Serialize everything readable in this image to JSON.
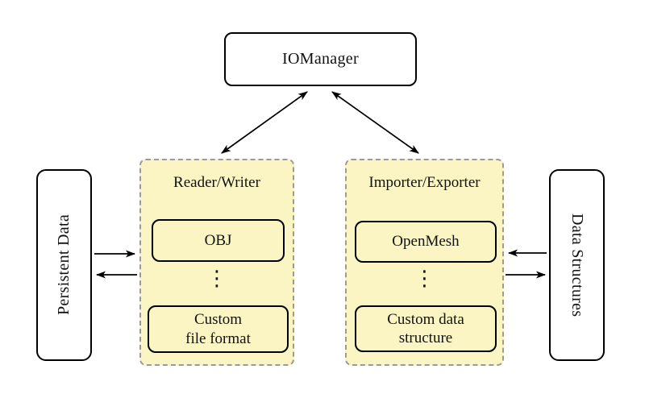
{
  "diagram": {
    "type": "architecture-diagram",
    "nodes": {
      "iomanager": {
        "label": "IOManager"
      },
      "persistent_data": {
        "label": "Persistent Data"
      },
      "data_structures": {
        "label": "Data Structures"
      }
    },
    "groups": {
      "reader_writer": {
        "title": "Reader/Writer",
        "ellipsis": "⋮",
        "items": [
          {
            "label": "OBJ"
          },
          {
            "label": "Custom\nfile format"
          }
        ]
      },
      "importer_exporter": {
        "title": "Importer/Exporter",
        "ellipsis": "⋮",
        "items": [
          {
            "label": "OpenMesh"
          },
          {
            "label": "Custom data\nstructure"
          }
        ]
      }
    },
    "connections": [
      {
        "from": "IOManager",
        "to": "Reader/Writer",
        "type": "bidirectional"
      },
      {
        "from": "IOManager",
        "to": "Importer/Exporter",
        "type": "bidirectional"
      },
      {
        "from": "Persistent Data",
        "to": "Reader/Writer",
        "type": "one-way"
      },
      {
        "from": "Reader/Writer",
        "to": "Persistent Data",
        "type": "one-way"
      },
      {
        "from": "Data Structures",
        "to": "Importer/Exporter",
        "type": "one-way"
      },
      {
        "from": "Importer/Exporter",
        "to": "Data Structures",
        "type": "one-way"
      }
    ],
    "colors": {
      "background": "#ffffff",
      "node_fill": "#ffffff",
      "node_border": "#000000",
      "group_fill": "#fbf5c4",
      "group_border": "#9a9a9a",
      "arrow": "#000000",
      "text": "#111111"
    }
  }
}
